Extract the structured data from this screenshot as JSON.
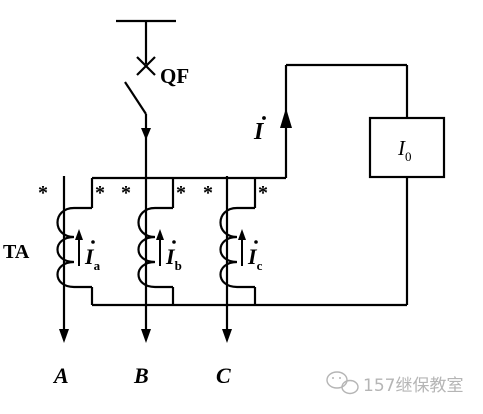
{
  "labels": {
    "breaker": "QF",
    "current_transformer": "TA",
    "total_current_symbol": "I",
    "meter_symbol": "I",
    "meter_subscript": "0",
    "phase_currents": [
      {
        "symbol": "I",
        "subscript": "a"
      },
      {
        "symbol": "I",
        "subscript": "b"
      },
      {
        "symbol": "I",
        "subscript": "c"
      }
    ],
    "polarity_mark": "*",
    "phases": [
      "A",
      "B",
      "C"
    ]
  },
  "watermark": {
    "text": "157继保教室",
    "icon": "wechat-icon"
  },
  "colors": {
    "line": "#000000",
    "background": "#ffffff",
    "watermark": "#b5b5b5"
  }
}
